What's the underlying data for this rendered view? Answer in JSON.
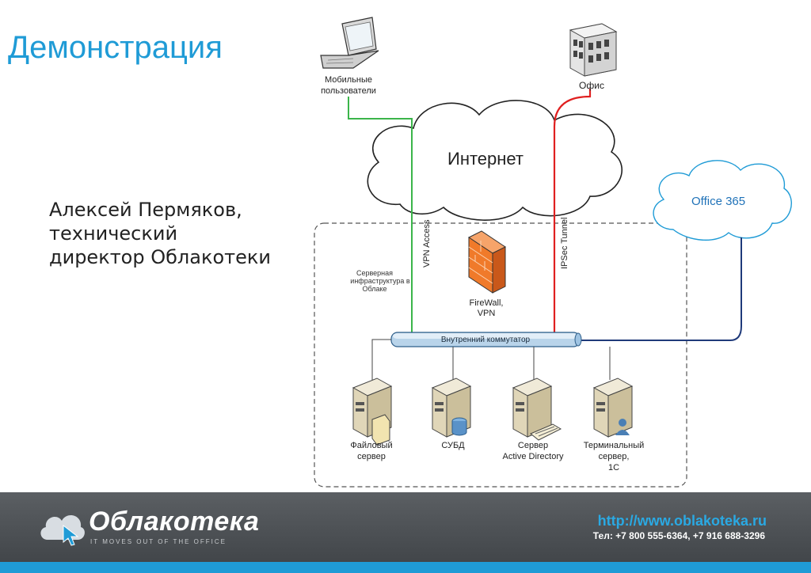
{
  "slide": {
    "title": "Демонстрация",
    "author_lines": "Алексей Пермяков,\nтехнический\nдиректор Облакотеки"
  },
  "diagram": {
    "mobile_users_line1": "Мобильные",
    "mobile_users_line2": "пользователи",
    "office": "Офис",
    "internet": "Интернет",
    "office365": "Office 365",
    "vpn_access": "VPN Access",
    "ipsec_tunnel": "IPSec Tunnel",
    "infra_line1": "Серверная",
    "infra_line2": "инфраструктура в",
    "infra_line3": "Облаке",
    "firewall_line1": "FireWall,",
    "firewall_line2": "VPN",
    "switch": "Внутренний коммутатор",
    "file_server_line1": "Файловый",
    "file_server_line2": "сервер",
    "dbms": "СУБД",
    "ad_server_line1": "Сервер",
    "ad_server_line2": "Active Directory",
    "terminal_line1": "Терминальный",
    "terminal_line2": "сервер,",
    "terminal_line3": "1С",
    "colors": {
      "vpn_line": "#3bb54a",
      "ipsec_line": "#e02020",
      "o365_line": "#1f3a7a",
      "accent": "#1f9bd6"
    }
  },
  "footer": {
    "brand": "Облакотека",
    "tagline": "IT MOVES OUT OF THE OFFICE",
    "url": "http://www.oblakoteka.ru",
    "phones": "Тел:  +7 800 555-6364, +7 916 688-3296"
  }
}
